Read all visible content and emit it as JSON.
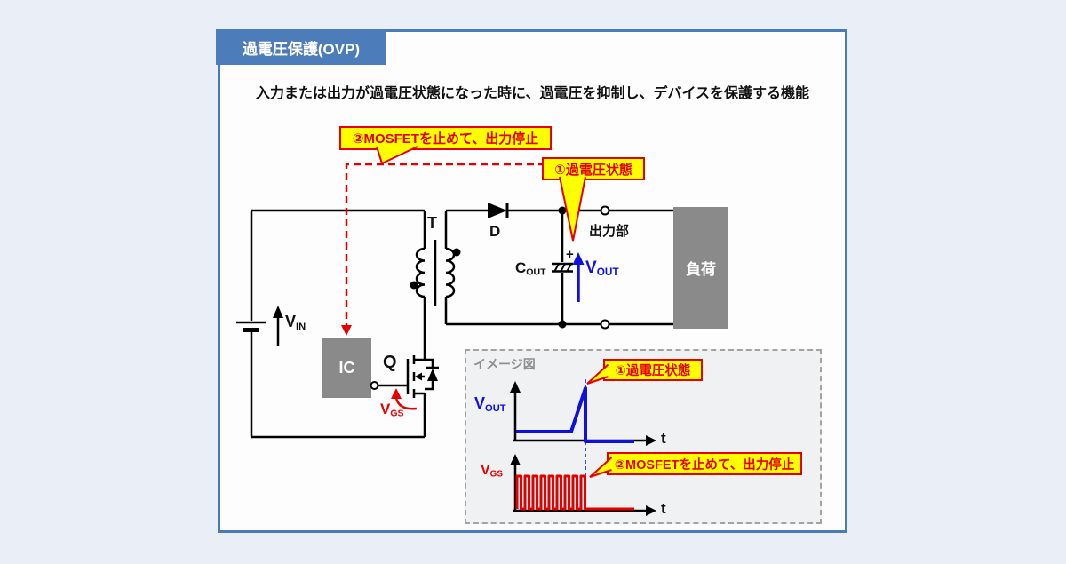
{
  "page": {
    "title_badge": "過電圧保護(OVP)",
    "subtitle": "入力または出力が過電圧状態になった時に、過電圧を抑制し、デバイスを保護する機能"
  },
  "callouts": {
    "overvoltage_state": "①過電圧状態",
    "mosfet_stop": "②MOSFETを止めて、出力停止"
  },
  "circuit": {
    "vin": {
      "main": "V",
      "sub": "IN"
    },
    "ic_label": "IC",
    "q_label": "Q",
    "vgs": {
      "main": "V",
      "sub": "GS"
    },
    "transformer_label": "T",
    "diode_label": "D",
    "cout": {
      "main": "C",
      "sub": "OUT"
    },
    "plus_sign": "+",
    "vout": {
      "main": "V",
      "sub": "OUT"
    },
    "output_section_label": "出力部",
    "load_label": "負荷"
  },
  "waveform_panel": {
    "label": "イメージ図",
    "vout": {
      "main": "V",
      "sub": "OUT"
    },
    "vgs": {
      "main": "V",
      "sub": "GS"
    },
    "time_axis_label": "t",
    "vout_behavior": "flat, spike up at overvoltage event, then drops to zero (output stopped)",
    "vgs_behavior": "PWM pulses (9 cycles) until overvoltage event, then held at zero"
  },
  "colors": {
    "page_background": "#eaeff7",
    "panel_border_blue": "#4a7ab9",
    "badge_blue": "#4d7cba",
    "callout_yellow": "#ffff00",
    "alert_red": "#e60000",
    "signal_blue": "#1010dc",
    "block_gray": "#8a8a8a"
  }
}
